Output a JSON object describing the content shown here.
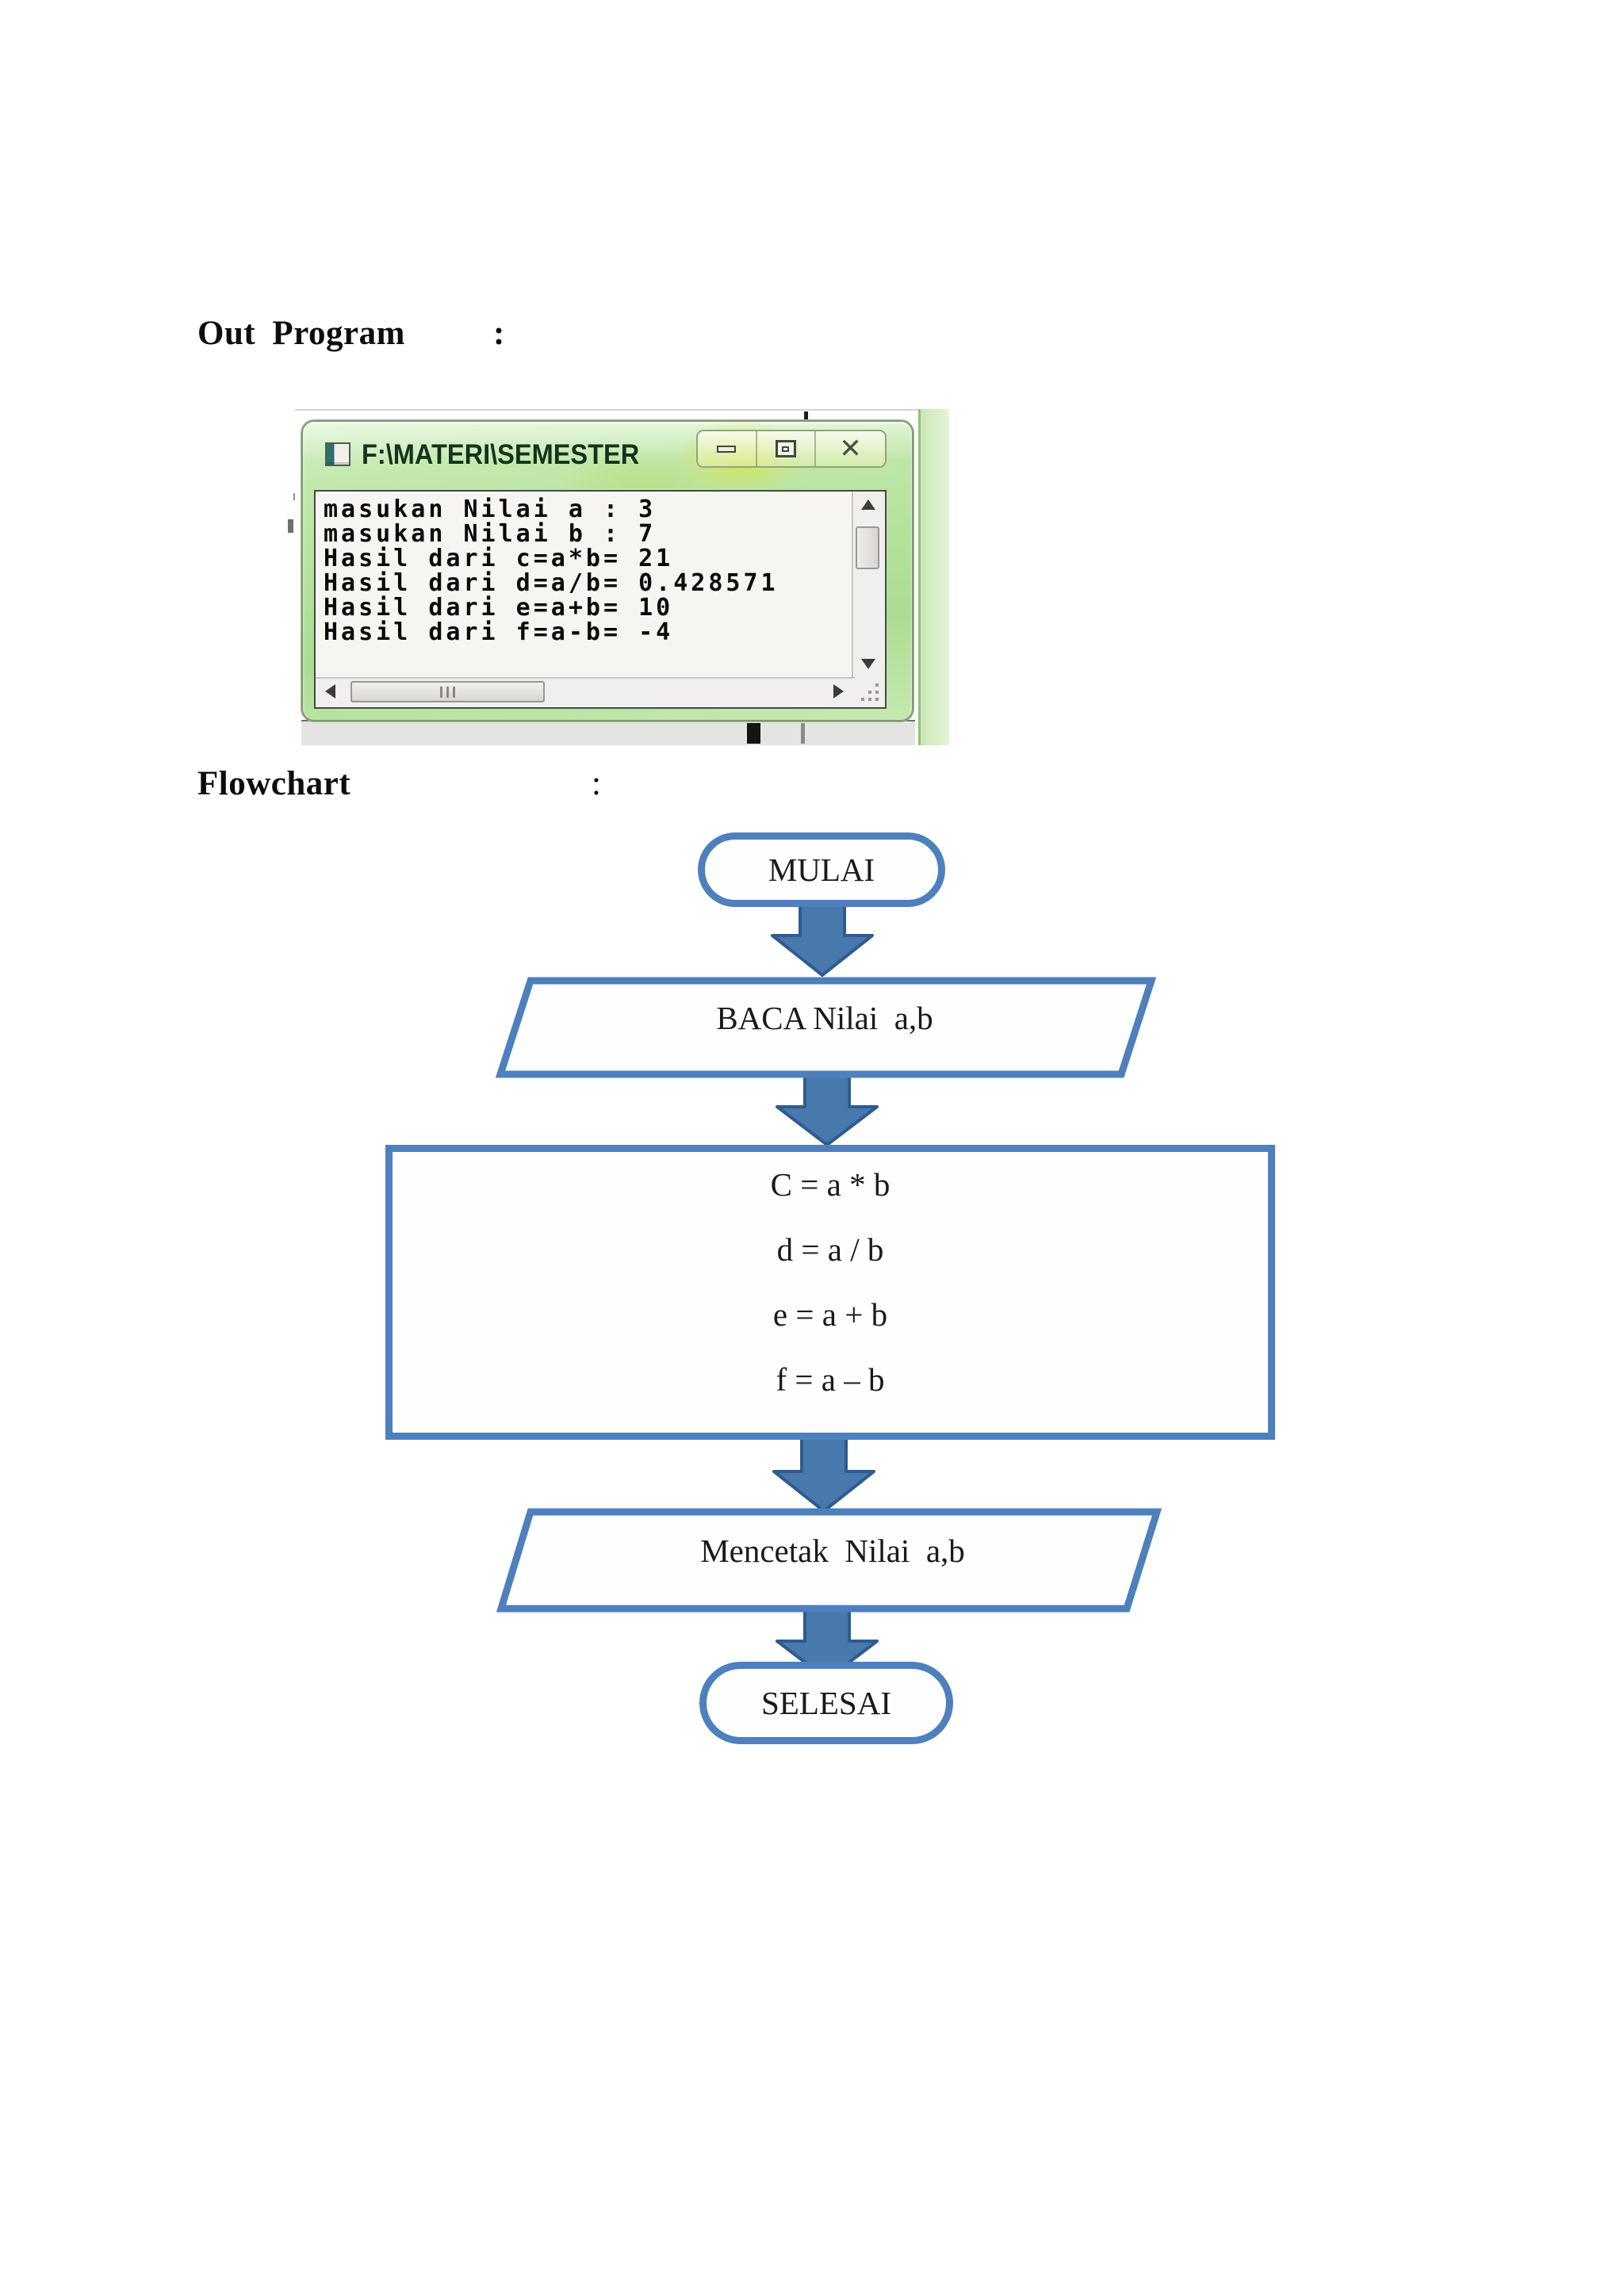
{
  "headings": {
    "out_program": "Out Program",
    "out_program_colon": ":",
    "flowchart": "Flowchart",
    "flowchart_colon": ":"
  },
  "console_window": {
    "title": "F:\\MATERI\\SEMESTER",
    "output_lines": [
      "masukan Nilai a : 3",
      "masukan Nilai b : 7",
      "Hasil dari c=a*b= 21",
      "Hasil dari d=a/b= 0.428571",
      "Hasil dari e=a+b= 10",
      "Hasil dari f=a-b= -4"
    ],
    "close_glyph": "✕"
  },
  "flowchart": {
    "start_label": "MULAI",
    "input_label": "BACA Nilai  a,b",
    "process_lines": [
      "C = a * b",
      "d = a / b",
      "e = a + b",
      "f = a – b"
    ],
    "output_label": "Mencetak  Nilai  a,b",
    "end_label": "SELESAI"
  },
  "colors": {
    "flowchart_stroke": "#4d80bd",
    "arrow_fill": "#4978ad",
    "arrow_stroke": "#2d5c90",
    "window_frame_green": "#b4e29c",
    "title_text": "#15321c"
  }
}
